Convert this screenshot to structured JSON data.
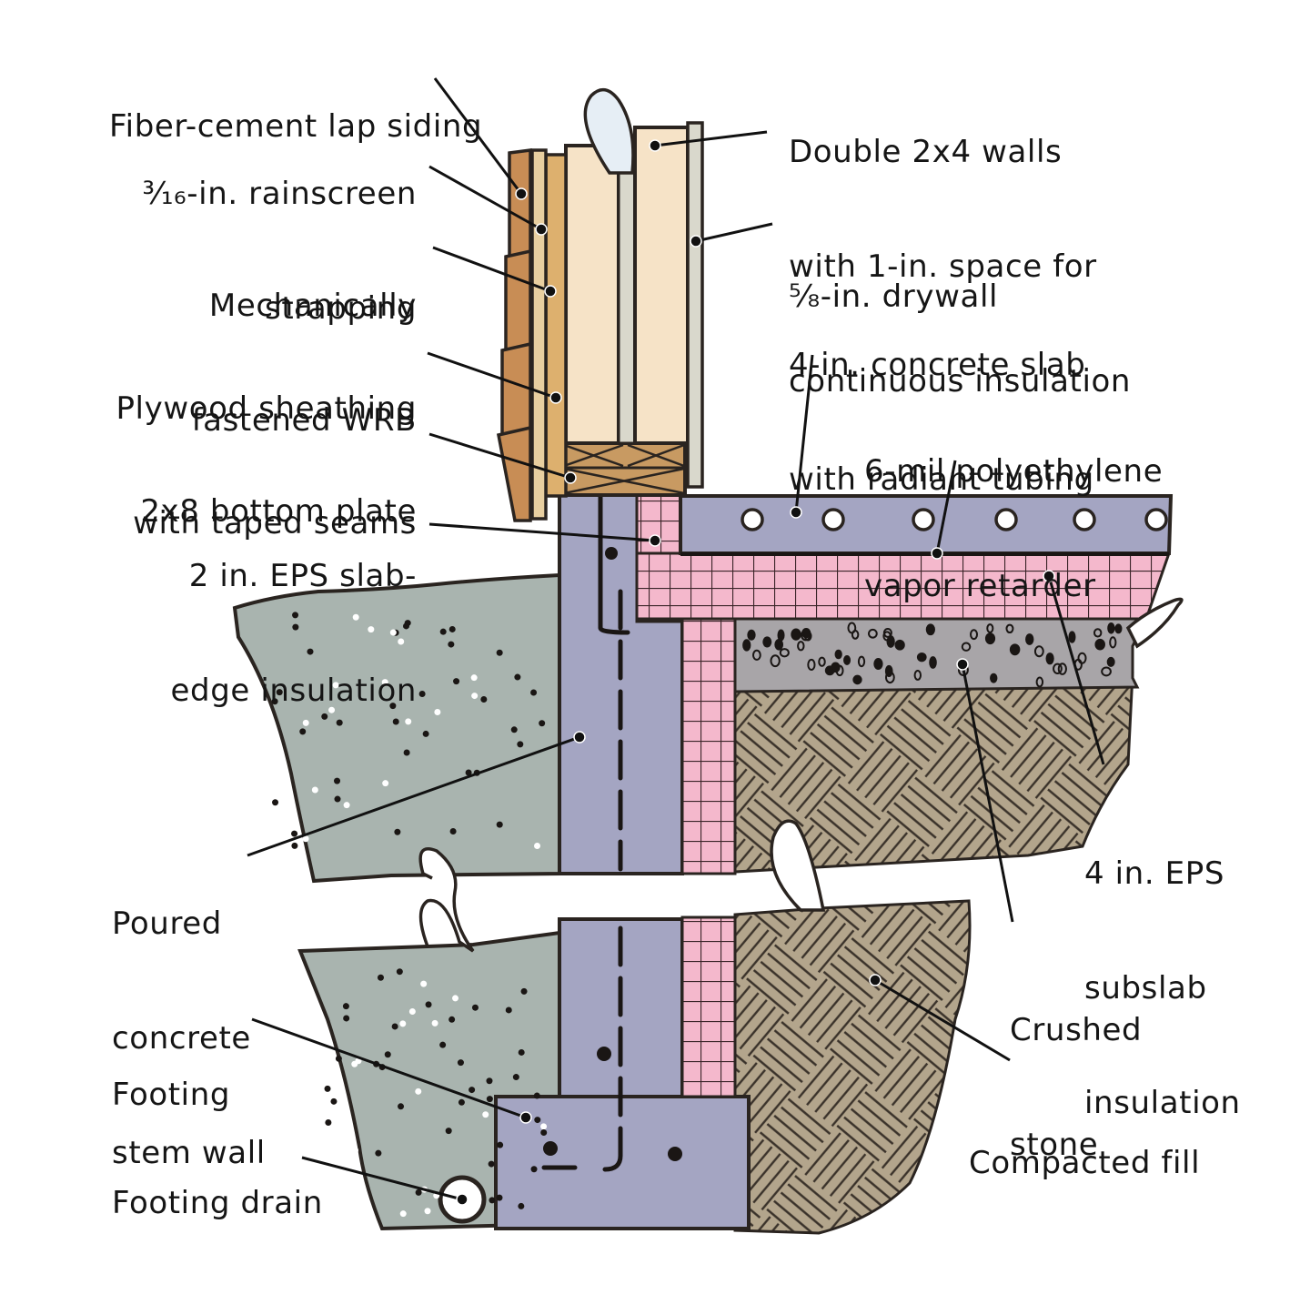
{
  "diagram": {
    "type": "construction-section",
    "subject": "Double-stud wall on slab-on-grade with stem-wall foundation",
    "colors": {
      "siding": "#c88d55",
      "strapping": "#e8cfa0",
      "sheathing": "#ddb06e",
      "wall_fill": "#f6e3c7",
      "drywall": "#d9d8cc",
      "plate": "#c89a62",
      "concrete_stem": "#a4a5c2",
      "slab": "#a4a5c2",
      "eps_insulation": "#f4b8cc",
      "crushed_stone": "#a8a5a8",
      "compacted_fill": "#b3a58c",
      "exterior_soil": "#a9b4af",
      "outline": "#2a2420"
    },
    "labels": {
      "siding": [
        "Fiber-cement lap siding"
      ],
      "rainscreen": [
        "³⁄₁₆-in. rainscreen",
        "strapping"
      ],
      "wrb": [
        "Mechanically",
        "fastened WRB"
      ],
      "sheathing": [
        "Plywood sheathing",
        "with taped seams"
      ],
      "bottom_plate": [
        "2x8 bottom plate"
      ],
      "slab_edge": [
        "2 in. EPS slab-",
        "edge insulation"
      ],
      "stem_wall": [
        "Poured",
        "concrete",
        "stem wall"
      ],
      "footing": [
        "Footing"
      ],
      "footing_drain": [
        "Footing drain"
      ],
      "double_walls": [
        "Double 2x4 walls",
        "with 1-in. space for",
        "continuous insulation"
      ],
      "drywall": [
        "⁵⁄₈-in. drywall"
      ],
      "slab": [
        "4-in. concrete slab",
        "with radiant tubing"
      ],
      "vapor_retarder": [
        "6-mil polyethylene",
        "vapor retarder"
      ],
      "subslab": [
        "4 in. EPS",
        "subslab",
        "insulation"
      ],
      "crushed_stone": [
        "Crushed",
        "stone"
      ],
      "compacted_fill": [
        "Compacted fill"
      ]
    }
  }
}
